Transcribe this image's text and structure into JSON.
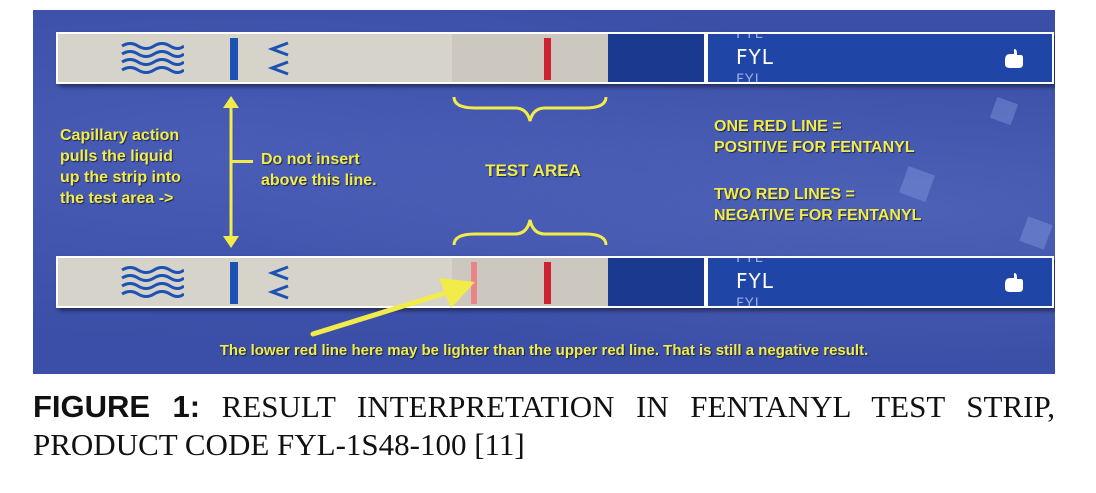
{
  "figure": {
    "strips": [
      {
        "brand": "FYL",
        "ghost_top": "FYL",
        "ghost_bottom": "FYL"
      },
      {
        "brand": "FYL",
        "ghost_top": "FYL",
        "ghost_bottom": "FYL"
      }
    ],
    "capillary_note": [
      "Capillary action",
      "pulls the liquid",
      "up the strip into",
      "the test area ->"
    ],
    "insert_note": [
      "Do not insert",
      "above this line."
    ],
    "test_area_label": "TEST AREA",
    "positive_rule": [
      "ONE RED LINE =",
      "POSITIVE FOR FENTANYL"
    ],
    "negative_rule": [
      "TWO RED LINES =",
      "NEGATIVE FOR FENTANYL"
    ],
    "footer_note": "The lower red line here may be lighter than the upper red line. That is still a negative result.",
    "colors": {
      "background": "#3b4fa8",
      "annotation_yellow": "#f2ec4a",
      "control_line": "#cc2233",
      "test_line_faint": "#e9848a",
      "strip_blue": "#1d52b3"
    }
  },
  "caption": {
    "label": "FIGURE 1:",
    "text": "RESULT INTERPRETATION IN FENTANYL TEST STRIP, PRODUCT CODE FYL-1S48-100 [11]"
  }
}
